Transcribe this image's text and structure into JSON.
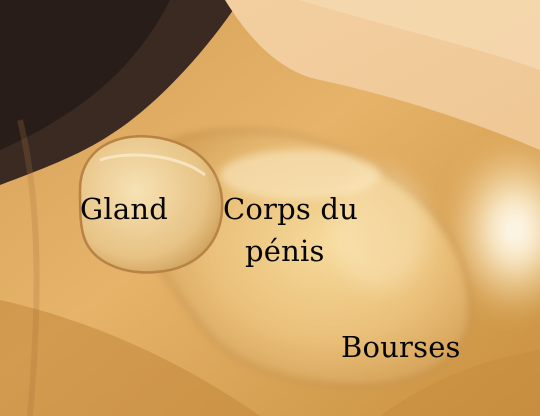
{
  "labels": {
    "gland": "Gland",
    "corps_line1": "Corps du",
    "corps_line2": "pénis",
    "bourses": "Bourses"
  }
}
